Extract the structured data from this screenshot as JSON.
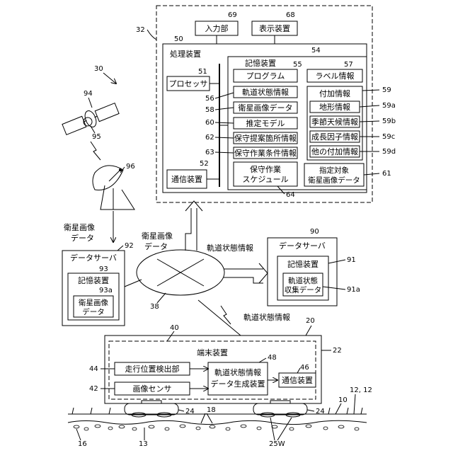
{
  "refs": {
    "r30": "30",
    "r32": "32",
    "r50": "50",
    "r69": "69",
    "r68": "68",
    "r54": "54",
    "r51": "51",
    "r55": "55",
    "r57": "57",
    "r56": "56",
    "r58": "58",
    "r59": "59",
    "r59a": "59a",
    "r60": "60",
    "r59b": "59b",
    "r62": "62",
    "r59c": "59c",
    "r63": "63",
    "r59d": "59d",
    "r52": "52",
    "r61": "61",
    "r64": "64",
    "r94": "94",
    "r95": "95",
    "r96": "96",
    "r92": "92",
    "r93": "93",
    "r93a": "93a",
    "r38": "38",
    "r90": "90",
    "r91": "91",
    "r91a": "91a",
    "r40": "40",
    "r20": "20",
    "r22": "22",
    "r44": "44",
    "r48": "48",
    "r46": "46",
    "r42": "42",
    "r24a": "24",
    "r24b": "24",
    "r18": "18",
    "r10": "10",
    "r12": "12, 12",
    "r16": "16",
    "r13": "13",
    "r25w": "25W"
  },
  "labels": {
    "input_unit": "入力部",
    "display_device": "表示装置",
    "processing_device": "処理装置",
    "storage_device_main": "記憶装置",
    "processor": "プロセッサ",
    "program": "プログラム",
    "label_info": "ラベル情報",
    "track_state_info": "軌道状態情報",
    "sat_image_data": "衛星画像データ",
    "additional_info": "付加情報",
    "terrain_info": "地形情報",
    "estimation_model": "推定モデル",
    "seasonal_weather_info": "季節天候情報",
    "maint_proposal_loc_info": "保守提案箇所情報",
    "growth_factor_info": "成長因子情報",
    "maint_work_cond_info": "保守作業条件情報",
    "other_additional_info": "他の付加情報",
    "comm_device_main": "通信装置",
    "maint_schedule_line1": "保守作業",
    "maint_schedule_line2": "スケジュール",
    "target_sat_line1": "指定対象",
    "target_sat_line2": "衛星画像データ",
    "sat_image_data_line1": "衛星画像",
    "sat_image_data_line2": "データ",
    "data_server_left": "データサーバ",
    "storage_device_left": "記憶装置",
    "sat_image_inner_line1": "衛星画像",
    "sat_image_inner_line2": "データ",
    "network_sat_line1": "衛星画像",
    "network_sat_line2": "データ",
    "network_track_state": "軌道状態情報",
    "data_server_right": "データサーバ",
    "storage_device_right": "記憶装置",
    "track_collect_line1": "軌道状態",
    "track_collect_line2": "収集データ",
    "wireless_track_state": "軌道状態情報",
    "terminal_device": "端末装置",
    "position_detector": "走行位置検出部",
    "image_sensor": "画像センサ",
    "track_gen_line1": "軌道状態情報",
    "track_gen_line2": "データ生成装置",
    "comm_device_terminal": "通信装置"
  }
}
